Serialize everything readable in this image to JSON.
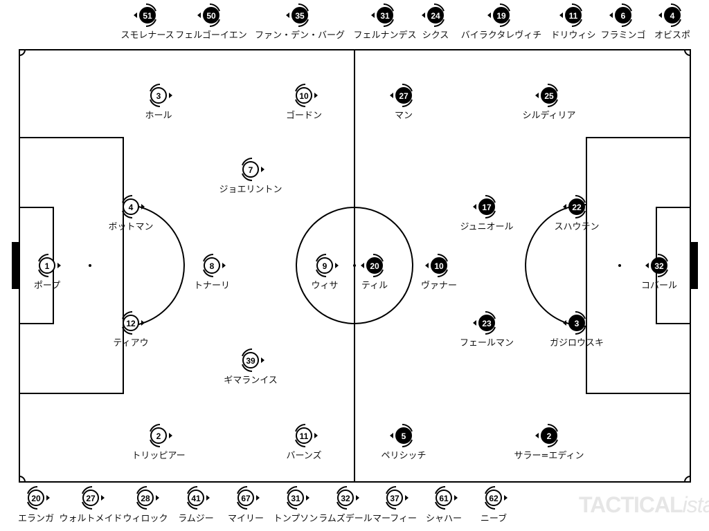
{
  "colors": {
    "home": "#ffffff",
    "away": "#000000",
    "line": "#000000",
    "logo": "#e6e6e6"
  },
  "home_team": {
    "starters": [
      {
        "number": "1",
        "name": "ポープ"
      },
      {
        "number": "4",
        "name": "ボットマン"
      },
      {
        "number": "12",
        "name": "ティアウ"
      },
      {
        "number": "3",
        "name": "ホール"
      },
      {
        "number": "2",
        "name": "トリッピアー"
      },
      {
        "number": "8",
        "name": "トナーリ"
      },
      {
        "number": "7",
        "name": "ジョエリントン"
      },
      {
        "number": "39",
        "name": "ギマランイス"
      },
      {
        "number": "10",
        "name": "ゴードン"
      },
      {
        "number": "9",
        "name": "ウィサ"
      },
      {
        "number": "11",
        "name": "バーンズ"
      }
    ],
    "subs": [
      {
        "number": "20",
        "name": "エランガ"
      },
      {
        "number": "27",
        "name": "ウォルトメイド"
      },
      {
        "number": "28",
        "name": "ウィロック"
      },
      {
        "number": "41",
        "name": "ラムジー"
      },
      {
        "number": "67",
        "name": "マイリー"
      },
      {
        "number": "31",
        "name": "トンプソン"
      },
      {
        "number": "32",
        "name": "ラムズデール"
      },
      {
        "number": "37",
        "name": "マーフィー"
      },
      {
        "number": "61",
        "name": "シャハー"
      },
      {
        "number": "62",
        "name": "ニーブ"
      }
    ]
  },
  "away_team": {
    "starters": [
      {
        "number": "20",
        "name": "ティル"
      },
      {
        "number": "27",
        "name": "マン"
      },
      {
        "number": "5",
        "name": "ペリシッチ"
      },
      {
        "number": "10",
        "name": "ヴァナー"
      },
      {
        "number": "17",
        "name": "ジュニオール"
      },
      {
        "number": "23",
        "name": "フェールマン"
      },
      {
        "number": "25",
        "name": "シルディリア"
      },
      {
        "number": "2",
        "name": "サラー=エディン"
      },
      {
        "number": "22",
        "name": "スハウテン"
      },
      {
        "number": "3",
        "name": "ガジロウスキ"
      },
      {
        "number": "32",
        "name": "コバール"
      }
    ],
    "subs": [
      {
        "number": "51",
        "name": "スモレナース"
      },
      {
        "number": "50",
        "name": "フェルゴーイエン"
      },
      {
        "number": "35",
        "name": "ファン・デン・バーグ"
      },
      {
        "number": "31",
        "name": "フェルナンデス"
      },
      {
        "number": "24",
        "name": "シクス"
      },
      {
        "number": "19",
        "name": "バイラクタレヴィチ"
      },
      {
        "number": "11",
        "name": "ドリウィシ"
      },
      {
        "number": "6",
        "name": "フラミンゴ"
      },
      {
        "number": "4",
        "name": "オビスポ"
      }
    ]
  },
  "logo": {
    "bold": "TACTICAL",
    "italic": "ista"
  }
}
